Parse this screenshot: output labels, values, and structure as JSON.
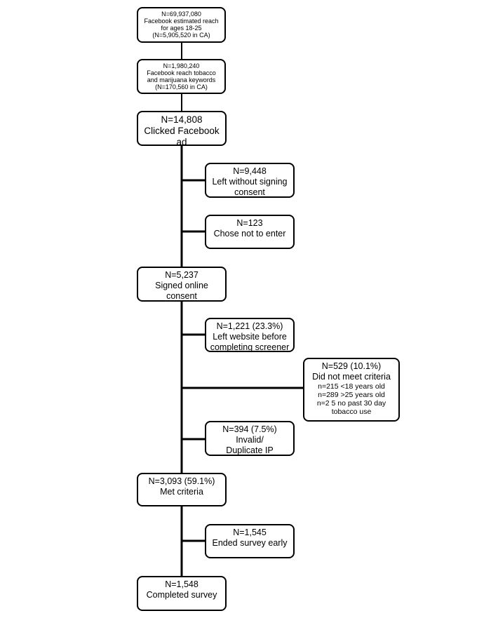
{
  "boxes": {
    "reach_age": {
      "lines": [
        "N=69,937,080",
        "Facebook estimated reach",
        "for ages 18-25",
        "(N=5,905,520 in CA)"
      ]
    },
    "reach_keywords": {
      "lines": [
        "N=1,980,240",
        "Facebook reach tobacco",
        "and marijuana keywords",
        "(N=170,560 in CA)"
      ]
    },
    "clicked": {
      "lines": [
        "N=14,808",
        "Clicked Facebook",
        "ad"
      ]
    },
    "left_without_consent": {
      "lines": [
        "N=9,448",
        "Left without signing",
        "consent"
      ]
    },
    "chose_not": {
      "lines": [
        "N=123",
        "Chose not to enter"
      ]
    },
    "signed_consent": {
      "lines": [
        "N=5,237",
        "Signed online",
        "consent"
      ]
    },
    "left_website": {
      "lines": [
        "N=1,221 (23.3%)",
        "Left website before",
        "completing screener"
      ]
    },
    "did_not_meet": {
      "lines": [
        "N=529 (10.1%)",
        "Did not meet criteria"
      ],
      "details": [
        "n=215 <18 years old",
        "n=289 >25 years old",
        "n=2 5 no past 30 day",
        "tobacco use"
      ]
    },
    "invalid": {
      "lines": [
        "N=394 (7.5%)",
        "Invalid/",
        "Duplicate IP"
      ]
    },
    "met_criteria": {
      "lines": [
        "N=3,093 (59.1%)",
        "Met criteria"
      ]
    },
    "ended_early": {
      "lines": [
        "N=1,545",
        "Ended survey early"
      ]
    },
    "completed": {
      "lines": [
        "N=1,548",
        "Completed survey"
      ]
    }
  }
}
